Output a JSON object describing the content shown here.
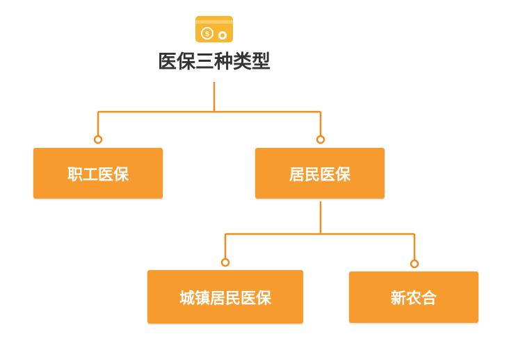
{
  "root": {
    "title": "医保三种类型",
    "icon": "insurance-card-icon"
  },
  "level1": [
    {
      "label": "职工医保"
    },
    {
      "label": "居民医保"
    }
  ],
  "level2": [
    {
      "label": "城镇居民医保"
    },
    {
      "label": "新农合"
    }
  ],
  "colors": {
    "node_fill": "#f79b2e",
    "connector": "#f08c1e",
    "node_text": "#ffffff",
    "title_text": "#333333",
    "icon_fill": "#f7b733"
  }
}
